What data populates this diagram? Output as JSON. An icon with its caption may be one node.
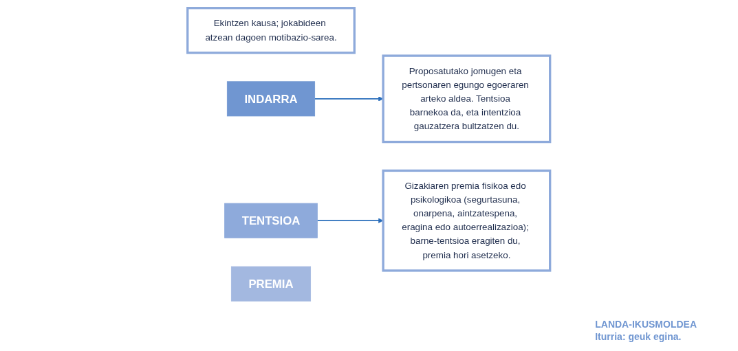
{
  "diagram": {
    "nodes": [
      {
        "text": [
          "Ekintzen kausa; jokabideen atzean dagoen motibazio-sarea."
        ]
      },
      {
        "text": [
          "INDARRA"
        ]
      },
      {
        "text": [
          "TENTSIOA"
        ]
      },
      {
        "text": [
          "Proposatutako jomugen eta pertsonaren egungo egoeraren arteko aldea. Tentsioa barnekoa da, eta intentzioa gauzatzera bultzatzen du."
        ]
      },
      {
        "text": [
          "Gizakiaren premia fisikoa edo psikologikoa (segurtasuna, onarpena, aintzatespena, eragina edo autoerrealizazioa); barne-tentsioa eragiten du, premia hori asetzeko."
        ]
      },
      {
        "text": [
          "PREMIA"
        ]
      }
    ],
    "edges": [
      {
        "from": 1,
        "to": 3,
        "arrow": "to"
      },
      {
        "from": 2,
        "to": 4,
        "arrow": "to"
      }
    ],
    "labels": [
      "LANDA-IKUSMOLDEA",
      "Iturria: geuk egina."
    ]
  }
}
